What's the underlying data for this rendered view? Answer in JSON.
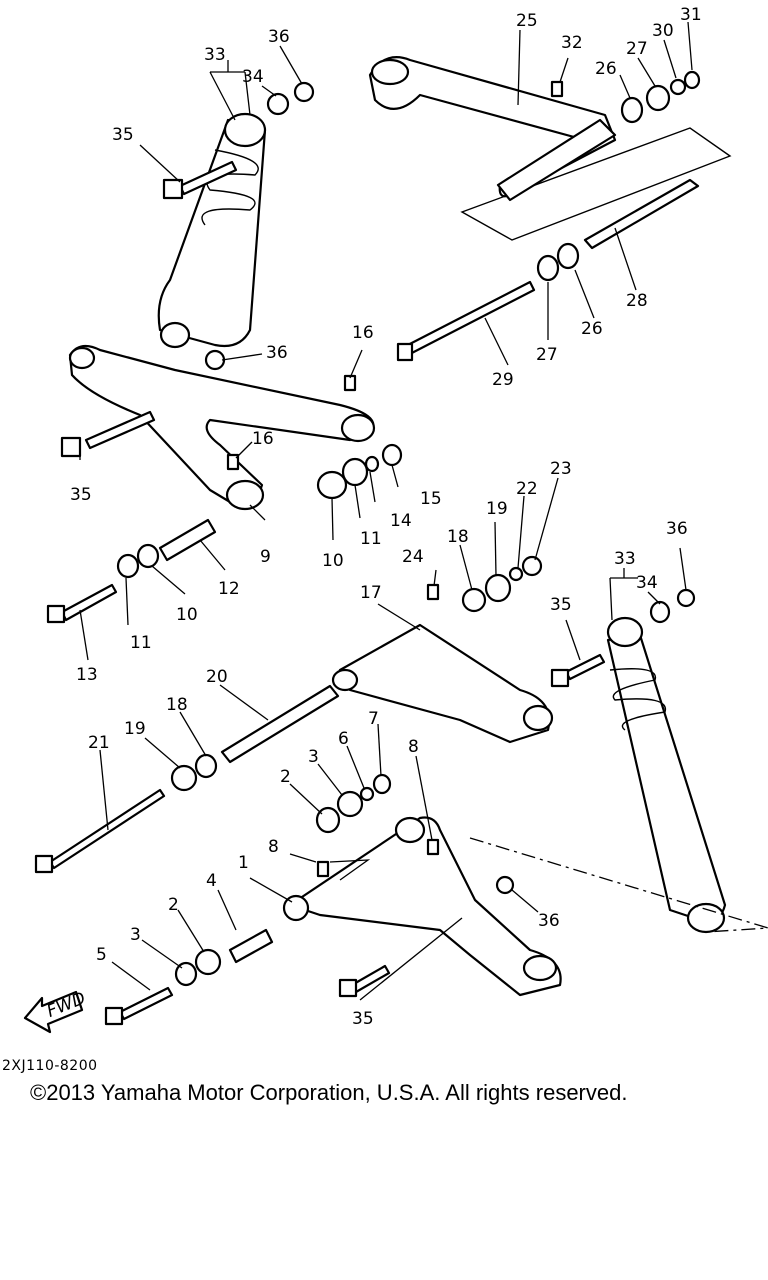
{
  "diagram": {
    "callouts": [
      {
        "id": "c25",
        "text": "25"
      },
      {
        "id": "c32",
        "text": "32"
      },
      {
        "id": "c26a",
        "text": "26"
      },
      {
        "id": "c27a",
        "text": "27"
      },
      {
        "id": "c30",
        "text": "30"
      },
      {
        "id": "c31",
        "text": "31"
      },
      {
        "id": "c33a",
        "text": "33"
      },
      {
        "id": "c36a",
        "text": "36"
      },
      {
        "id": "c34a",
        "text": "34"
      },
      {
        "id": "c35a",
        "text": "35"
      },
      {
        "id": "c28",
        "text": "28"
      },
      {
        "id": "c29",
        "text": "29"
      },
      {
        "id": "c27b",
        "text": "27"
      },
      {
        "id": "c26b",
        "text": "26"
      },
      {
        "id": "c16a",
        "text": "16"
      },
      {
        "id": "c36b",
        "text": "36"
      },
      {
        "id": "c35b",
        "text": "35"
      },
      {
        "id": "c16b",
        "text": "16"
      },
      {
        "id": "c15",
        "text": "15"
      },
      {
        "id": "c14",
        "text": "14"
      },
      {
        "id": "c11a",
        "text": "11"
      },
      {
        "id": "c10a",
        "text": "10"
      },
      {
        "id": "c9",
        "text": "9"
      },
      {
        "id": "c12",
        "text": "12"
      },
      {
        "id": "c10b",
        "text": "10"
      },
      {
        "id": "c11b",
        "text": "11"
      },
      {
        "id": "c13",
        "text": "13"
      },
      {
        "id": "c23",
        "text": "23"
      },
      {
        "id": "c22",
        "text": "22"
      },
      {
        "id": "c19a",
        "text": "19"
      },
      {
        "id": "c18a",
        "text": "18"
      },
      {
        "id": "c24",
        "text": "24"
      },
      {
        "id": "c17",
        "text": "17"
      },
      {
        "id": "c36c",
        "text": "36"
      },
      {
        "id": "c33b",
        "text": "33"
      },
      {
        "id": "c34b",
        "text": "34"
      },
      {
        "id": "c35c",
        "text": "35"
      },
      {
        "id": "c20",
        "text": "20"
      },
      {
        "id": "c18b",
        "text": "18"
      },
      {
        "id": "c19b",
        "text": "19"
      },
      {
        "id": "c21",
        "text": "21"
      },
      {
        "id": "c7",
        "text": "7"
      },
      {
        "id": "c6",
        "text": "6"
      },
      {
        "id": "c3a",
        "text": "3"
      },
      {
        "id": "c8a",
        "text": "8"
      },
      {
        "id": "c2a",
        "text": "2"
      },
      {
        "id": "c8b",
        "text": "8"
      },
      {
        "id": "c1",
        "text": "1"
      },
      {
        "id": "c4",
        "text": "4"
      },
      {
        "id": "c2b",
        "text": "2"
      },
      {
        "id": "c3b",
        "text": "3"
      },
      {
        "id": "c5",
        "text": "5"
      },
      {
        "id": "c36d",
        "text": "36"
      },
      {
        "id": "c35d",
        "text": "35"
      }
    ],
    "fwd_label": "FWD",
    "drawing_code": "2XJ110-8200"
  },
  "copyright": "©2013 Yamaha Motor Corporation, U.S.A. All rights reserved."
}
